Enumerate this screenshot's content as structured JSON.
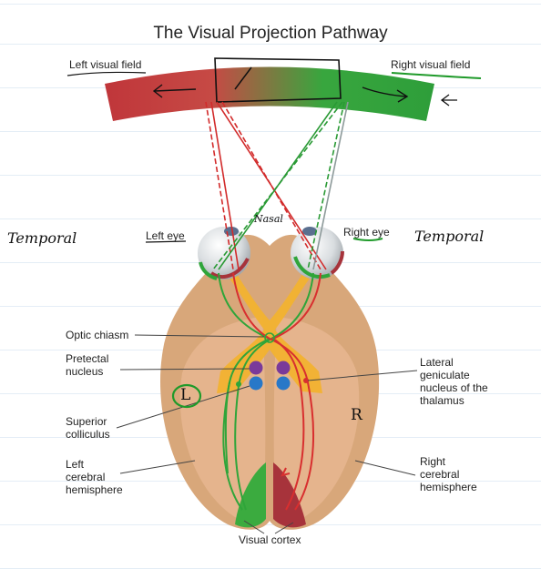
{
  "title": "The Visual Projection Pathway",
  "labels": {
    "left_visual_field": "Left visual field",
    "right_visual_field": "Right visual field",
    "left_eye": "Left eye",
    "right_eye": "Right eye",
    "optic_chiasm": "Optic chiasm",
    "pretectal_nucleus": [
      "Pretectal",
      "nucleus"
    ],
    "superior_colliculus": [
      "Superior",
      "colliculus"
    ],
    "left_cerebral_hemisphere": [
      "Left",
      "cerebral",
      "hemisphere"
    ],
    "lateral_geniculate_nucleus": [
      "Lateral",
      "geniculate",
      "nucleus of the",
      "thalamus"
    ],
    "right_cerebral_hemisphere": [
      "Right",
      "cerebral",
      "hemisphere"
    ],
    "visual_cortex": "Visual cortex"
  },
  "handwriting": {
    "temporal_left": "Temporal",
    "temporal_right": "Temporal",
    "nasal": "Nasal",
    "left_marker": "L",
    "right_marker": "R"
  },
  "colors": {
    "left_field_red": "#c0363a",
    "right_field_green": "#2fa53a",
    "brain_outer": "#d8a77a",
    "brain_inner": "#e8b892",
    "optic_tract": "#f2b230",
    "pretectal_dot": "#7a3a9a",
    "colliculus_dot": "#2878c8"
  }
}
